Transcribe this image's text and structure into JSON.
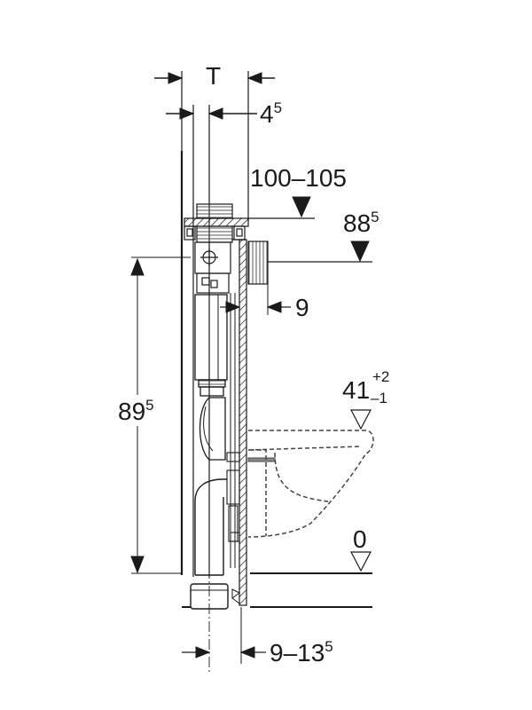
{
  "diagram": {
    "type": "technical installation drawing",
    "subject": "wall-hung WC installation frame with concealed cistern, side section",
    "colors": {
      "line": "#1a1a1a",
      "background": "#ffffff",
      "hatch": "#333333"
    }
  },
  "dimensions": {
    "depth": {
      "label": "T"
    },
    "frame_offset": {
      "main": "4",
      "sup": "5"
    },
    "flush_button_height": {
      "label": "100–105"
    },
    "top_edge_height": {
      "main": "88",
      "sup": "5"
    },
    "wall_gap": {
      "label": "9"
    },
    "frame_height": {
      "main": "89",
      "sup": "5"
    },
    "seat_height": {
      "main": "41",
      "tol_plus": "+2",
      "tol_minus": "–1"
    },
    "floor_level": {
      "label": "0"
    },
    "drain_offset": {
      "main": "9–13",
      "sup": "5"
    }
  }
}
